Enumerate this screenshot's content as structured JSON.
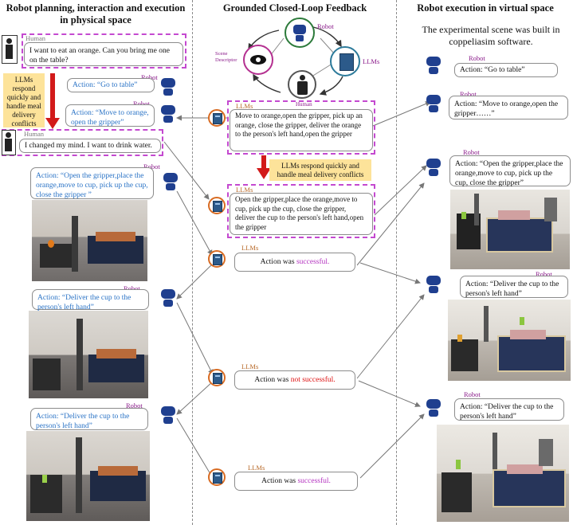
{
  "columns": {
    "left_title": "Robot planning, interaction and execution in physical space",
    "center_title": "Grounded Closed-Loop Feedback",
    "right_title": "Robot execution in virtual space"
  },
  "loop": {
    "robot_label": "Robot",
    "scene_label": "Scene Descriptor",
    "llms_label": "LLMs",
    "human_label": "Human"
  },
  "left": {
    "human1_tag": "Human",
    "human1_text": "I want to eat an orange. Can you bring me one on the table?",
    "llm_note": "LLMs respond quickly and handle meal delivery conflicts",
    "robot1_tag": "Robot",
    "robot1_text": "Action: “Go to table”",
    "robot2_tag": "Robot",
    "robot2_text": "Action: “Move to orange, open the gripper”",
    "human2_tag": "Human",
    "human2_text": "I changed my mind. I want to drink water.",
    "robot3_tag": "Robot",
    "robot3_text": "Action: “Open the gripper,place the orange,move to cup, pick up the cup, close the gripper ”",
    "robot4_tag": "Robot",
    "robot4_text": "Action: “Deliver the cup to the person's left hand”",
    "robot5_tag": "Robot",
    "robot5_text": "Action: “Deliver the cup to the person's left hand”"
  },
  "center": {
    "llm1_tag": "LLMs",
    "llm1_text": "Move to orange,open the gripper, pick up an orange, close the gripper, deliver the orange to the person's left hand,open the gripper",
    "llm_note": "LLMs respond quickly and handle meal delivery conflicts",
    "llm2_tag": "LLMs",
    "llm2_text": "Open the gripper,place the orange,move to cup, pick up the cup, close the gripper, deliver the cup to the person's left hand,open the gripper",
    "llm3_tag": "LLMs",
    "llm3_pre": "Action  was ",
    "llm3_status": "successful.",
    "llm4_tag": "LLMs",
    "llm4_pre": "Action  was ",
    "llm4_status": "not successful.",
    "llm5_tag": "LLMs",
    "llm5_pre": "Action  was ",
    "llm5_status": "successful."
  },
  "right": {
    "intro": "The experimental scene was built in coppeliasim software.",
    "robot1_tag": "Robot",
    "robot1_text": "Action: “Go to table”",
    "robot2_tag": "Robot",
    "robot2_text": "Action: “Move to orange,open the gripper……”",
    "robot3_tag": "Robot",
    "robot3_text": "Action: “Open the gripper,place the orange,move to cup, pick up the cup, close the gripper”",
    "robot4_tag": "Robot",
    "robot4_text": "Action: “Deliver the cup to the person's left hand”",
    "robot5_tag": "Robot",
    "robot5_text": "Action: “Deliver the cup to the person's left hand”"
  },
  "colors": {
    "dash_magenta": "#c449d0",
    "robot_blue": "#1f3f8f",
    "action_blue": "#2a73c6",
    "llm_orange": "#d86b22",
    "note_yellow": "#fde39a",
    "arrow_red": "#d21a1a"
  }
}
